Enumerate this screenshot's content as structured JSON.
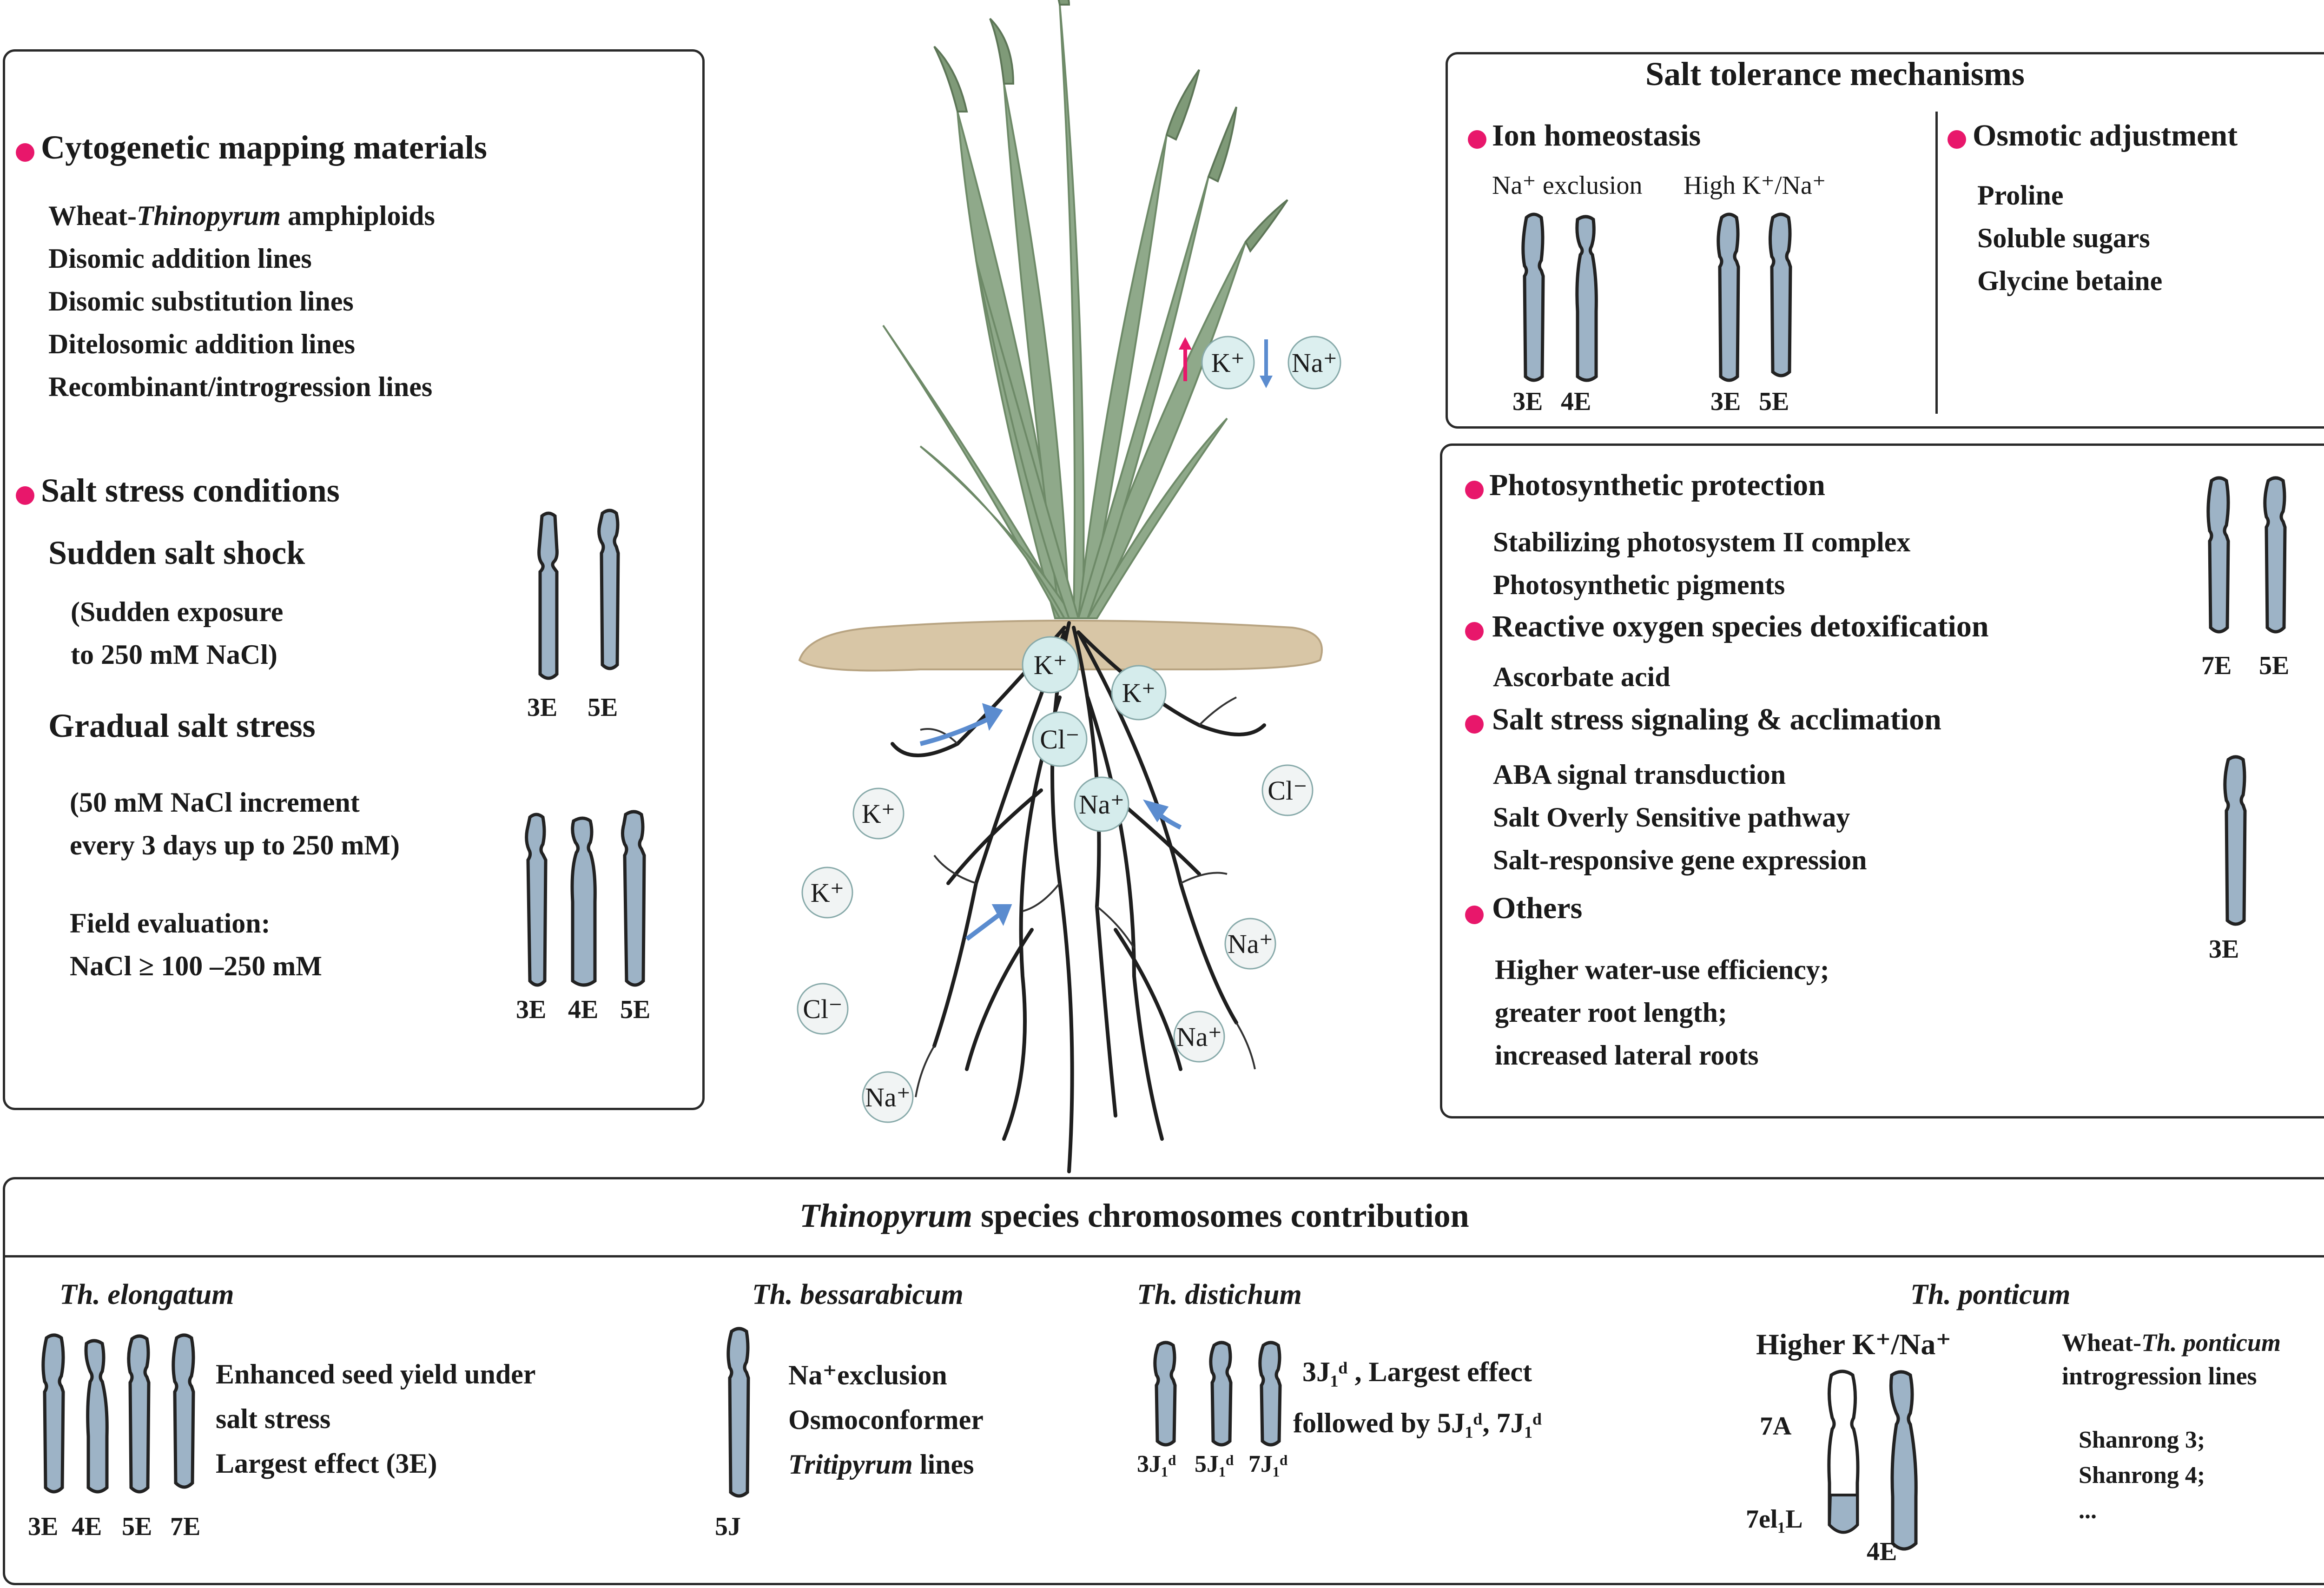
{
  "mapping": {
    "title": "Cytogenetic mapping materials",
    "items": [
      [
        "Wheat-",
        "Thinopyrum",
        " amphiploids"
      ],
      [
        "Disomic addition lines",
        "",
        ""
      ],
      [
        "Disomic substitution lines",
        "",
        ""
      ],
      [
        "Ditelosomic addition lines",
        "",
        ""
      ],
      [
        "Recombinant/introgression lines",
        "",
        ""
      ]
    ]
  },
  "conditions": {
    "title": "Salt stress conditions",
    "shock_title": "Sudden salt shock",
    "shock_desc": [
      "(Sudden exposure",
      "to 250 mM NaCl)"
    ],
    "shock_chrom": [
      "3E",
      "5E"
    ],
    "gradual_title": "Gradual salt stress",
    "gradual_desc": [
      "(50 mM NaCl increment",
      "every 3 days up to 250 mM)"
    ],
    "field_desc": [
      "Field evaluation:",
      "NaCl  ≥ 100 –250 mM"
    ],
    "gradual_chrom": [
      "3E",
      "4E",
      "5E"
    ]
  },
  "plant": {
    "ions": {
      "k": "K⁺",
      "na": "Na⁺",
      "cl": "Cl⁻"
    }
  },
  "mechanisms": {
    "title": "Salt tolerance mechanisms",
    "ion_title": "Ion homeostasis",
    "na_exclusion": "Na⁺ exclusion",
    "high_ratio": "High K⁺/Na⁺",
    "ion_chrom_a": [
      "3E",
      "4E"
    ],
    "ion_chrom_b": [
      "3E",
      "5E"
    ],
    "osmotic_title": "Osmotic adjustment",
    "osmotic_items": [
      "Proline",
      "Soluble sugars",
      "Glycine betaine"
    ]
  },
  "protection": {
    "photo_title": "Photosynthetic protection",
    "photo_items": [
      "Stabilizing photosystem II complex",
      "Photosynthetic pigments"
    ],
    "ros_title": "Reactive oxygen species detoxification",
    "ros_items": [
      "Ascorbate acid"
    ],
    "signal_title": "Salt stress signaling & acclimation",
    "signal_items": [
      "ABA  signal transduction",
      "Salt Overly Sensitive pathway",
      "Salt-responsive gene expression"
    ],
    "others_title": "Others",
    "others_items": [
      "Higher water-use efficiency;",
      "greater root length;",
      "increased lateral roots"
    ],
    "chrom_a": [
      "7E",
      "5E"
    ],
    "chrom_b": [
      "3E"
    ]
  },
  "contribution": {
    "title_italic": "Thinopyrum",
    "title_rest": " species chromosomes contribution",
    "elongatum": {
      "name": "Th. elongatum",
      "text": [
        "Enhanced seed yield under",
        "salt stress",
        "Largest effect (3E)"
      ],
      "chrom": [
        "3E",
        "4E",
        "5E",
        "7E"
      ]
    },
    "bessarabicum": {
      "name": "Th. bessarabicum",
      "text_a": "Na⁺exclusion",
      "text_b": "Osmoconformer",
      "text_c_italic": "Tritipyrum",
      "text_c_rest": " lines",
      "chrom": [
        "5J"
      ]
    },
    "distichum": {
      "name": "Th. distichum",
      "text_a": "3J₁ᵈ , Largest effect",
      "text_b": "followed by 5J₁ᵈ, 7J₁ᵈ",
      "chrom": [
        "3J₁ᵈ",
        "5J₁ᵈ",
        "7J₁ᵈ"
      ]
    },
    "ponticum": {
      "name": "Th. ponticum",
      "ratio": "Higher K⁺/Na⁺",
      "label_7a": "7A",
      "label_7el": "7el₁L",
      "label_4e": "4E",
      "intro_a": "Wheat-",
      "intro_a_italic": "Th. ponticum",
      "intro_b": "introgression lines",
      "cultivars": [
        "Shanrong 3;",
        "Shanrong 4;",
        "..."
      ]
    }
  }
}
